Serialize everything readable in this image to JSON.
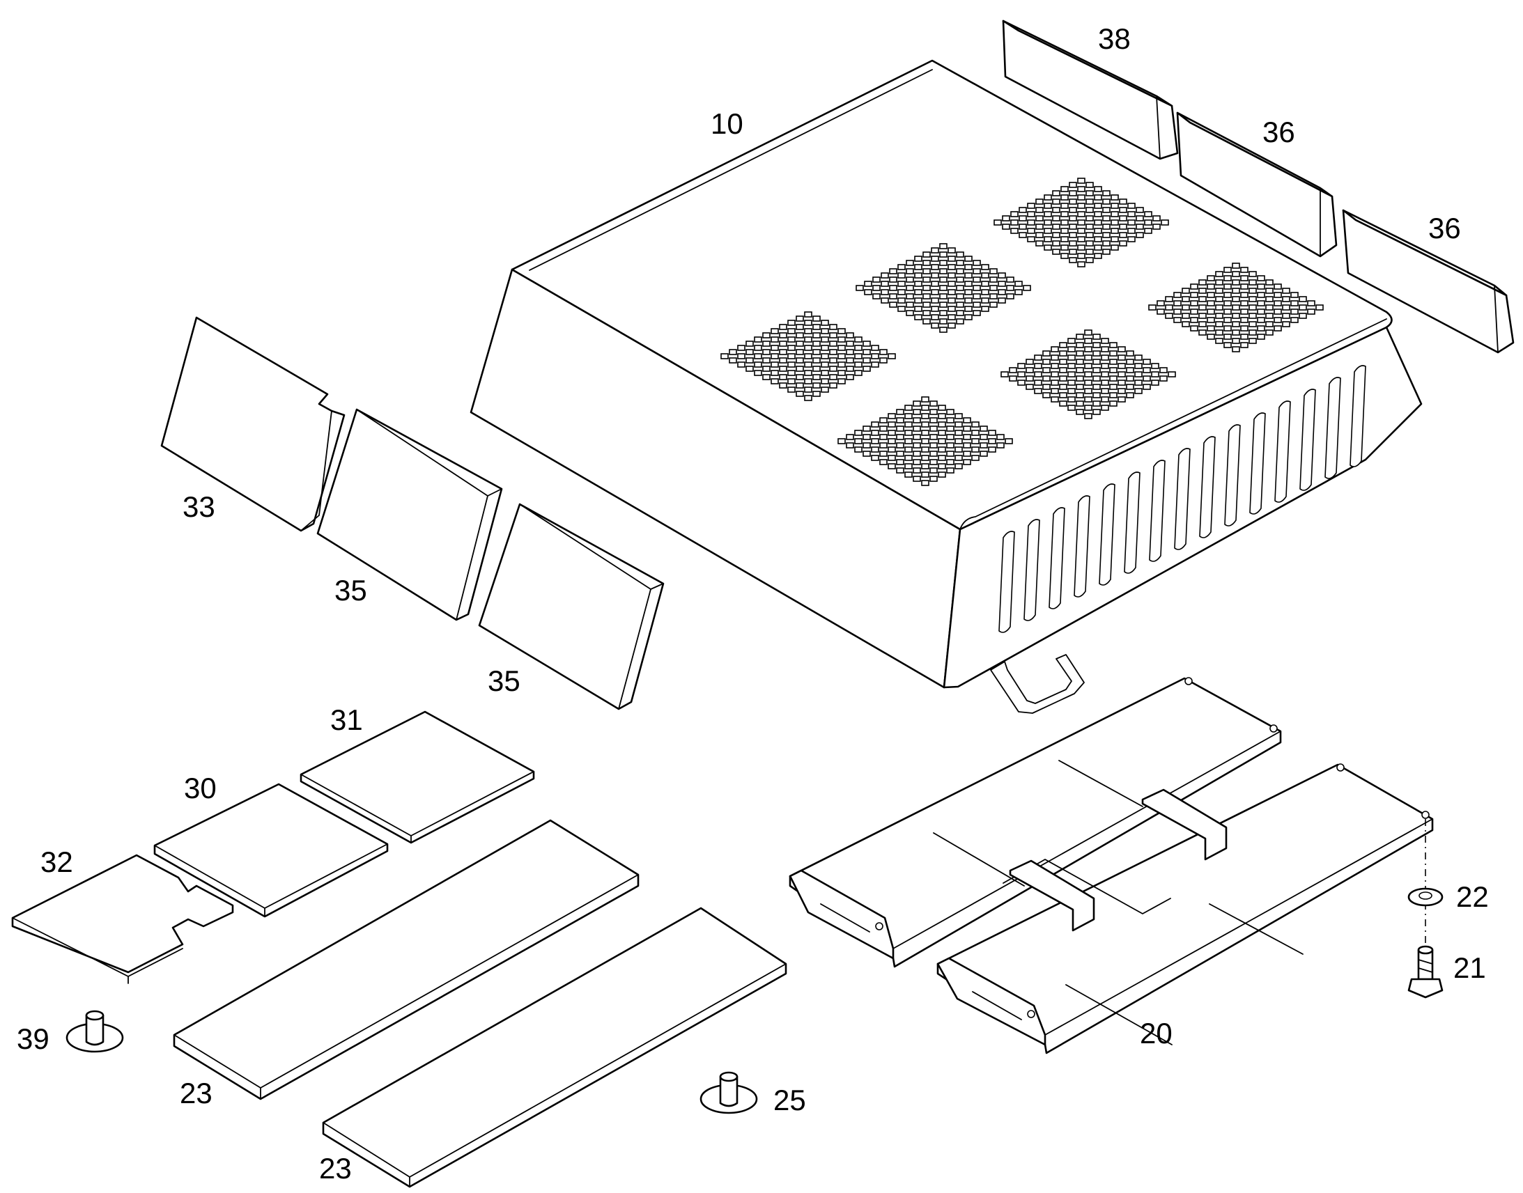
{
  "diagram": {
    "callouts": {
      "p10": "10",
      "p38": "38",
      "p36a": "36",
      "p36b": "36",
      "p33": "33",
      "p35a": "35",
      "p35b": "35",
      "p31": "31",
      "p30": "30",
      "p32": "32",
      "p23a": "23",
      "p23b": "23",
      "p39": "39",
      "p25": "25",
      "p20": "20",
      "p22": "22",
      "p21": "21"
    },
    "colors": {
      "line": "#000000",
      "background": "#ffffff"
    }
  }
}
